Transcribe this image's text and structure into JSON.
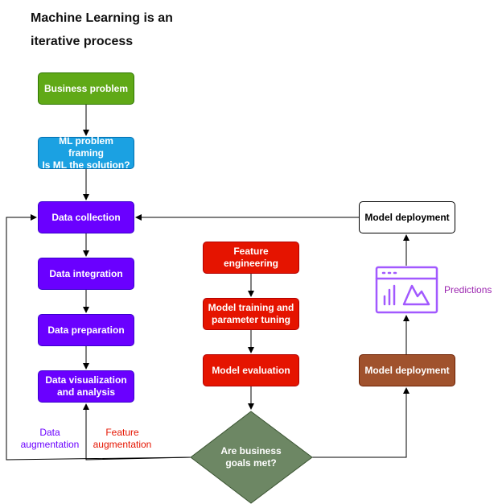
{
  "title": {
    "line1": "Machine Learning is an",
    "line2": "iterative process"
  },
  "boxes": {
    "business_problem": "Business problem",
    "ml_framing_line1": "ML problem framing",
    "ml_framing_line2": "Is ML the solution?",
    "data_collection": "Data collection",
    "data_integration": "Data integration",
    "data_preparation": "Data preparation",
    "data_viz_line1": "Data visualization",
    "data_viz_line2": "and analysis",
    "feature_engineering": "Feature engineering",
    "model_training_line1": "Model training and",
    "model_training_line2": "parameter tuning",
    "model_evaluation": "Model evaluation",
    "decision_line1": "Are business",
    "decision_line2": "goals met?",
    "model_deployment_bottom": "Model deployment",
    "model_deployment_top": "Model deployment"
  },
  "labels": {
    "predictions": "Predictions",
    "data_aug_line1": "Data",
    "data_aug_line2": "augmentation",
    "feature_aug_line1": "Feature",
    "feature_aug_line2": "augmentation"
  },
  "colors": {
    "green": "#60a917",
    "blue": "#1ba1e2",
    "purple": "#6a00ff",
    "red": "#e51400",
    "brown": "#a0522d",
    "decision": "#6d8764",
    "predictions_icon": "#a259ff",
    "predictions_text": "#9c27b0",
    "feature_aug_text": "#e51400",
    "data_aug_text": "#6a00ff"
  },
  "icons": {
    "predictions": "dashboard-chart-icon"
  }
}
